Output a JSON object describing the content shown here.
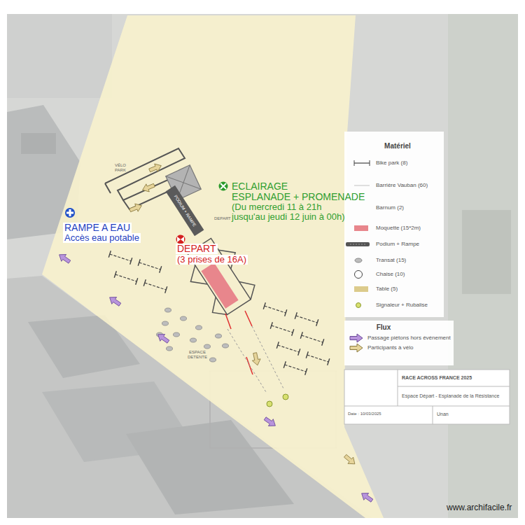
{
  "diagram": {
    "title": "RACE ACROSS FRANCE 2025",
    "labels": [
      "ECLAIRAGE",
      "ESPLANADE + PROMENADE",
      "(Du mercredi 11 à 21h",
      "jusqu'au jeudi 12 juin à 00h)",
      "RAMPE A EAU",
      "Accès eau potable",
      "DEPART",
      "(3 prises de 16A)",
      "PODIUM + RAMPE",
      "DEPART",
      "VÉLO PARK",
      "ESPACE DETENTE",
      "Matériel",
      "Flux",
      "Espace Départ - Esplanade de la Résistance",
      "Date : 10/03/2025",
      "Unan",
      "www.archifacile.fr"
    ],
    "legend": [
      {
        "text": "Bike park (8)"
      },
      {
        "text": "Barrière Vauban (60)"
      },
      {
        "text": "Barnum (2)"
      },
      {
        "text": "Moquette (15*2m)",
        "color": "#e8868c"
      },
      {
        "text": "Podium + Rampe"
      },
      {
        "text": "Transat (15)"
      },
      {
        "text": "Chaise (10)"
      },
      {
        "text": "Table (5)",
        "color": "#dccb8c"
      },
      {
        "text": "Signaleur + Rubalise"
      },
      {
        "text": "Passage piétons hors événement"
      },
      {
        "text": "Participants à vélo"
      }
    ]
  }
}
